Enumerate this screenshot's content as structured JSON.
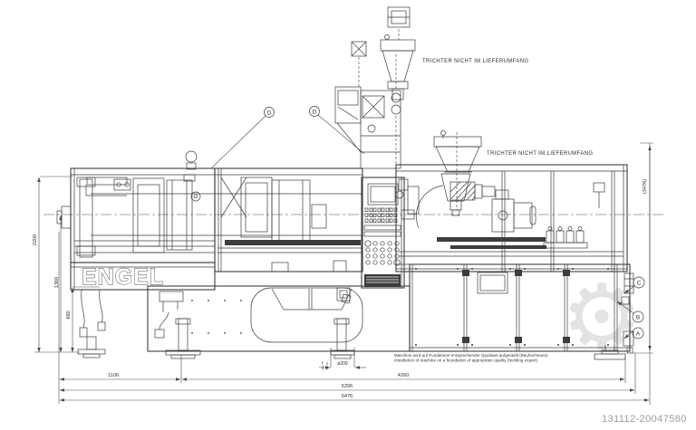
{
  "meta": {
    "brand": "ENGEL",
    "watermark_id": "131112-20047580",
    "gear_glyph": "⚙",
    "colors": {
      "line": "#3c3c3c",
      "watermark_gear": "#e3e3e3",
      "watermark_text": "#9c9c9c"
    }
  },
  "notes": {
    "hopper_top": "TRICHTER NICHT IM LIEFERUMFANG",
    "hopper_side": "TRICHTER NICHT IM LIEFERUMFANG",
    "foundation_de": "Maschine wird auf Fundament entsprechender Qualitaet aufgestellt (Baufachmann)",
    "foundation_en": "Installation of machine on a foundation of appropriate quality (building expert)"
  },
  "dims": {
    "total_length": "5476",
    "frame_length": "5396",
    "span_right": "4260",
    "offset_left": "1106",
    "foot_dia": "ø200",
    "height_overall": "(3476)",
    "height_machine": "2200",
    "height_center": "1360",
    "height_low": "660",
    "foot_adjust_top": "max 75",
    "foot_adjust_bottom": "min 25"
  },
  "callouts": {
    "a": "A",
    "b": "B",
    "c": "C",
    "top_left": "D",
    "top_right": "D"
  }
}
